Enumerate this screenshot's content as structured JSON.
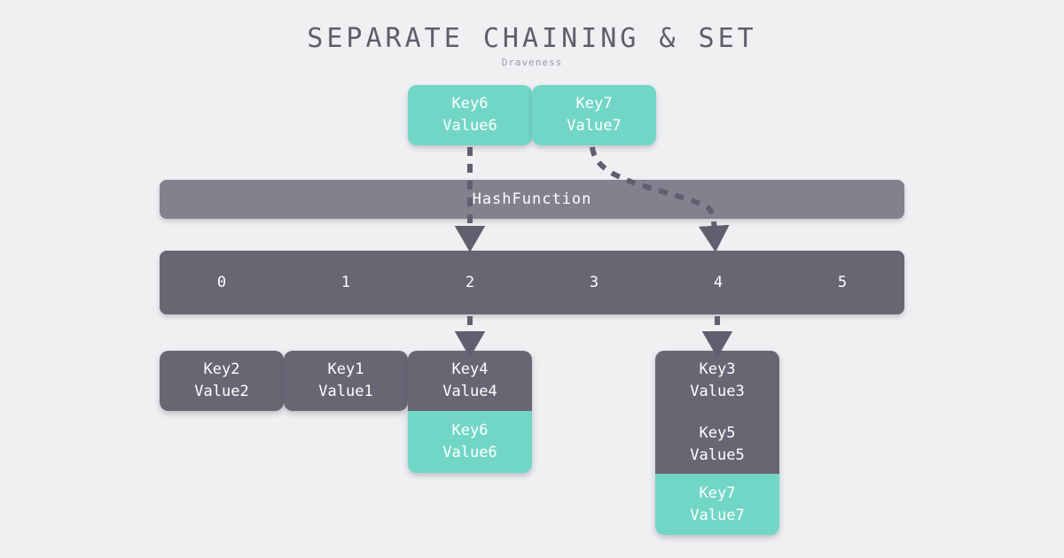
{
  "header": {
    "title": "SEPARATE CHAINING & SET",
    "subtitle": "Draveness"
  },
  "colors": {
    "background": "#eff0f2",
    "accent_teal": "#72d6c6",
    "dark_gray": "#676774",
    "mid_gray": "#82828f",
    "title_text": "#5e5e6b",
    "subtitle_text": "#9a9aa6",
    "arrow": "#5f5f6e"
  },
  "incoming": [
    {
      "key": "Key6",
      "value": "Value6",
      "style": "teal"
    },
    {
      "key": "Key7",
      "value": "Value7",
      "style": "teal"
    }
  ],
  "hash_function": {
    "label": "HashFunction"
  },
  "bucket_array": {
    "indices": [
      "0",
      "1",
      "2",
      "3",
      "4",
      "5"
    ]
  },
  "chains": [
    {
      "bucket": "0",
      "segments": [
        {
          "style": "dark",
          "entries": [
            {
              "key": "Key2",
              "value": "Value2"
            }
          ]
        }
      ]
    },
    {
      "bucket": "1",
      "segments": [
        {
          "style": "dark",
          "entries": [
            {
              "key": "Key1",
              "value": "Value1"
            }
          ]
        }
      ]
    },
    {
      "bucket": "2",
      "segments": [
        {
          "style": "dark",
          "entries": [
            {
              "key": "Key4",
              "value": "Value4"
            }
          ]
        },
        {
          "style": "teal",
          "entries": [
            {
              "key": "Key6",
              "value": "Value6"
            }
          ]
        }
      ]
    },
    {
      "bucket": "4",
      "segments": [
        {
          "style": "dark",
          "entries": [
            {
              "key": "Key3",
              "value": "Value3"
            },
            {
              "key": "Key5",
              "value": "Value5"
            }
          ]
        },
        {
          "style": "teal",
          "entries": [
            {
              "key": "Key7",
              "value": "Value7"
            }
          ]
        }
      ]
    }
  ],
  "arrows": [
    {
      "name": "key6-to-bucket2",
      "from": "Key6 node",
      "to": "bucket 2"
    },
    {
      "name": "key7-to-bucket4",
      "from": "Key7 node",
      "to": "bucket 4"
    },
    {
      "name": "bucket2-to-chain2",
      "from": "bucket 2",
      "to": "chain at index 2"
    },
    {
      "name": "bucket4-to-chain4",
      "from": "bucket 4",
      "to": "chain at index 4"
    }
  ]
}
